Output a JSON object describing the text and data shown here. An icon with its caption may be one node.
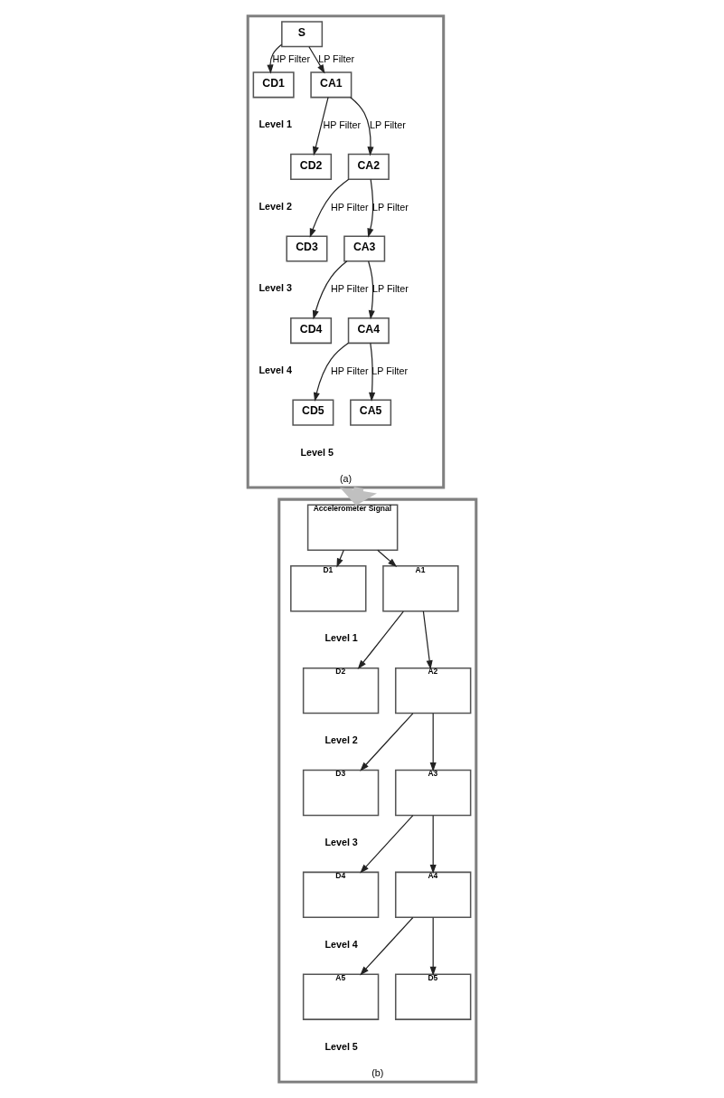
{
  "diagram": {
    "nodes": [
      {
        "text": [
          "(a)"
        ]
      },
      {
        "text": [
          "S"
        ],
        "in": 0
      },
      {
        "text": [
          "CA1"
        ],
        "in": 0
      },
      {
        "text": [
          "CD1"
        ],
        "in": 0
      },
      {
        "text": [
          "CA2"
        ],
        "in": 0
      },
      {
        "text": [
          "CD2"
        ],
        "in": 0
      },
      {
        "text": [
          "CA3"
        ],
        "in": 0
      },
      {
        "text": [
          "CD3"
        ],
        "in": 0
      },
      {
        "text": [
          "CA4"
        ],
        "in": 0
      },
      {
        "text": [
          "CD4"
        ],
        "in": 0
      },
      {
        "text": [
          "CA5"
        ],
        "in": 0
      },
      {
        "text": [
          "CD5"
        ],
        "in": 0
      },
      {
        "text": [
          "(b)"
        ]
      },
      {
        "text": [
          "Accelerometer Signal"
        ],
        "in": 12
      },
      {
        "text": [
          "A1"
        ],
        "in": 12
      },
      {
        "text": [
          "D1"
        ],
        "in": 12
      },
      {
        "text": [
          "A2"
        ],
        "in": 12
      },
      {
        "text": [
          "D2"
        ],
        "in": 12
      },
      {
        "text": [
          "A3"
        ],
        "in": 12
      },
      {
        "text": [
          "D3"
        ],
        "in": 12
      },
      {
        "text": [
          "A4"
        ],
        "in": 12
      },
      {
        "text": [
          "D4"
        ],
        "in": 12
      },
      {
        "text": [
          "A5"
        ],
        "in": 12
      },
      {
        "text": [
          "D5"
        ],
        "in": 12
      }
    ],
    "edges": [
      {
        "from": 1,
        "to": 2,
        "arrow": "to",
        "label": "LP Filter"
      },
      {
        "from": 1,
        "to": 3,
        "arrow": "to",
        "label": "HP Filter"
      },
      {
        "from": 2,
        "to": 4,
        "arrow": "to",
        "label": "LP Filter"
      },
      {
        "from": 2,
        "to": 5,
        "arrow": "to",
        "label": "HP Filter"
      },
      {
        "from": 4,
        "to": 6,
        "arrow": "to",
        "label": "LP Filter"
      },
      {
        "from": 4,
        "to": 7,
        "arrow": "to",
        "label": "HP Filter"
      },
      {
        "from": 6,
        "to": 8,
        "arrow": "to",
        "label": "LP Filter"
      },
      {
        "from": 6,
        "to": 9,
        "arrow": "to",
        "label": "HP Filter"
      },
      {
        "from": 8,
        "to": 10,
        "arrow": "to",
        "label": "LP Filter"
      },
      {
        "from": 8,
        "to": 11,
        "arrow": "to",
        "label": "HP Filter"
      },
      {
        "from": 0,
        "to": 12,
        "arrow": "to",
        "style": "thick",
        "color": "#c0c0c0"
      },
      {
        "from": 13,
        "to": 14,
        "arrow": "to"
      },
      {
        "from": 13,
        "to": 15,
        "arrow": "to"
      },
      {
        "from": 14,
        "to": 16,
        "arrow": "to"
      },
      {
        "from": 14,
        "to": 17,
        "arrow": "to"
      },
      {
        "from": 16,
        "to": 18,
        "arrow": "to"
      },
      {
        "from": 16,
        "to": 19,
        "arrow": "to"
      },
      {
        "from": 18,
        "to": 20,
        "arrow": "to"
      },
      {
        "from": 18,
        "to": 21,
        "arrow": "to"
      },
      {
        "from": 20,
        "to": 22,
        "arrow": "to"
      },
      {
        "from": 20,
        "to": 23,
        "arrow": "to"
      }
    ],
    "labels": [
      "Level 1",
      "Level 2",
      "Level 3",
      "Level 4",
      "Level 5",
      "Level 1",
      "Level 2",
      "Level 3",
      "Level 4",
      "Level 5"
    ]
  }
}
